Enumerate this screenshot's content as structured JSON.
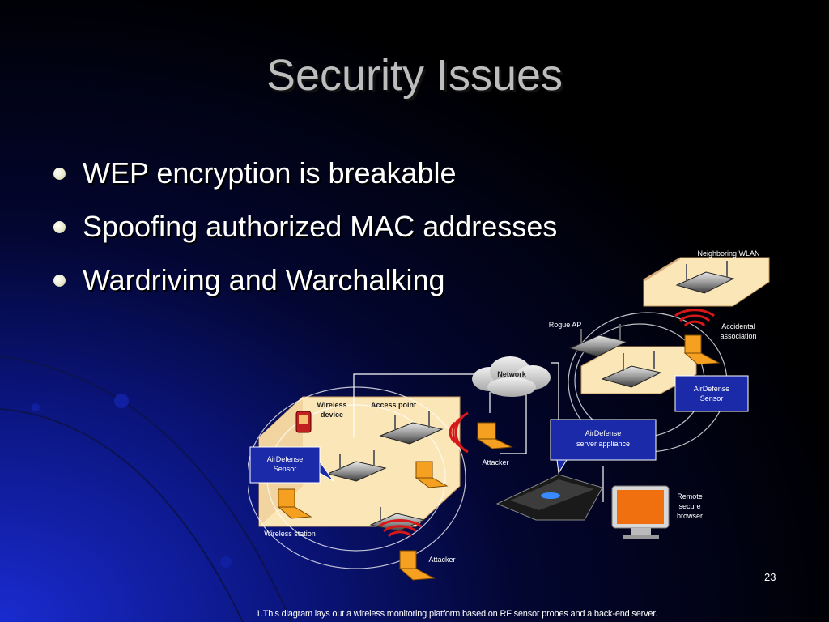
{
  "slide": {
    "title": "Security Issues",
    "bullets": [
      "WEP encryption is breakable",
      "Spoofing authorized MAC addresses",
      "Wardriving and Warchalking"
    ],
    "page_number": "23",
    "footnote": "1.This diagram lays out a wireless monitoring platform based on RF sensor probes and a back-end server."
  },
  "diagram": {
    "labels": {
      "neighboring_wlan": "Neighboring    WLAN",
      "rogue_ap": "Rogue  AP",
      "accidental_association_1": "Accidental",
      "accidental_association_2": "association",
      "network": "Network",
      "airdefense_sensor_right_1": "AirDefense",
      "airdefense_sensor_right_2": "Sensor",
      "airdefense_server_1": "AirDefense",
      "airdefense_server_2": "server appliance",
      "wireless_device_1": "Wireless",
      "wireless_device_2": "device",
      "access_point": "Access  point",
      "airdefense_sensor_left_1": "AirDefense",
      "airdefense_sensor_left_2": "Sensor",
      "attacker_1": "Attacker",
      "attacker_2": "Attacker",
      "wireless_station": "Wireless  station",
      "remote_secure_browser_1": "Remote",
      "remote_secure_browser_2": "secure",
      "remote_secure_browser_3": "browser"
    },
    "colors": {
      "sensor_box": "#1a2aa8",
      "floor": "#fbe6b8",
      "laptop": "#f5a020",
      "signal": "#d81818"
    }
  }
}
